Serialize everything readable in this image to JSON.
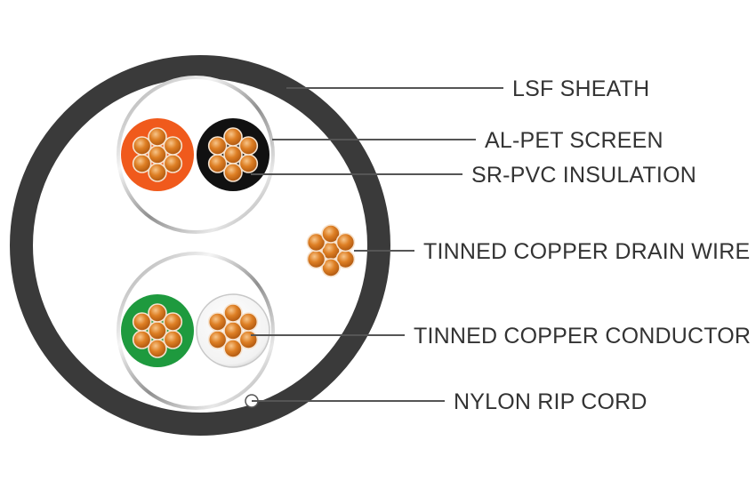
{
  "diagram": {
    "labels": {
      "lsf_sheath": "LSF SHEATH",
      "al_pet_screen": "AL-PET SCREEN",
      "sr_pvc_insulation": "SR-PVC INSULATION",
      "tinned_copper_drain_wire": "TINNED COPPER DRAIN WIRE",
      "tinned_copper_conductor": "TINNED COPPER CONDUCTOR",
      "nylon_rip_cord": "NYLON RIP CORD"
    },
    "colors": {
      "sheath": "#3a3a3a",
      "leader_line": "#555555",
      "label_text": "#333333",
      "screen_silver": "#cfcfcf",
      "insulation_orange": "#f05a1c",
      "insulation_black": "#111111",
      "insulation_green": "#1e9a3e",
      "insulation_white": "#f4f4f4",
      "copper_strand": "#d8751c",
      "copper_highlight": "#f3b06a"
    }
  }
}
